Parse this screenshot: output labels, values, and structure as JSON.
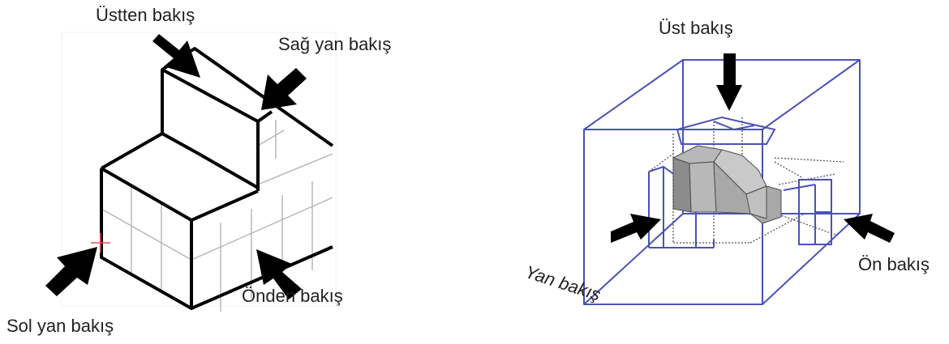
{
  "left_figure": {
    "labels": {
      "top": "Üstten bakış",
      "right_side": "Sağ yan bakış",
      "front": "Önden bakış",
      "left_side": "Sol yan  bakış"
    }
  },
  "right_figure": {
    "labels": {
      "top": "Üst bakış",
      "side": "Yan bakış",
      "front": "Ön bakış"
    }
  },
  "colors": {
    "outline": "#000000",
    "grid": "#b4b4b4",
    "box_edge": "#4a52b8",
    "hidden_edge": "#555555",
    "solid_light": "#c9c9c9",
    "solid_dark": "#8c8c8c",
    "origin_mark": "#e05050"
  },
  "icons": [
    "view-direction-arrow-icon"
  ]
}
